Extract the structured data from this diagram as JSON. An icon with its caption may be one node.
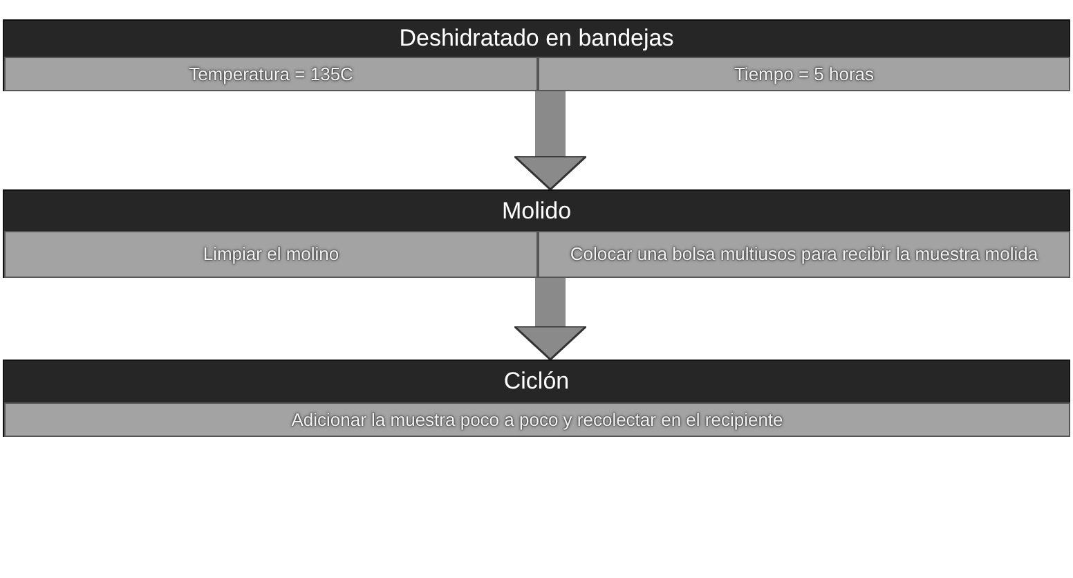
{
  "diagram": {
    "nodes": [
      {
        "text": [
          "Deshidratado en bandejas"
        ]
      },
      {
        "text": [
          "Temperatura = 135C"
        ],
        "in": 0
      },
      {
        "text": [
          "Tiempo = 5 horas"
        ],
        "in": 0
      },
      {
        "text": [
          "Molido"
        ]
      },
      {
        "text": [
          "Limpiar el molino"
        ],
        "in": 3
      },
      {
        "text": [
          "Colocar una bolsa multiusos para recibir la muestra molida"
        ],
        "in": 3
      },
      {
        "text": [
          "Ciclón"
        ]
      },
      {
        "text": [
          "Adicionar la muestra poco a poco y recolectar en el recipiente"
        ],
        "in": 6
      }
    ],
    "edges": [
      {
        "from": 0,
        "to": 3,
        "arrow": "to"
      },
      {
        "from": 3,
        "to": 6,
        "arrow": "to"
      }
    ]
  }
}
